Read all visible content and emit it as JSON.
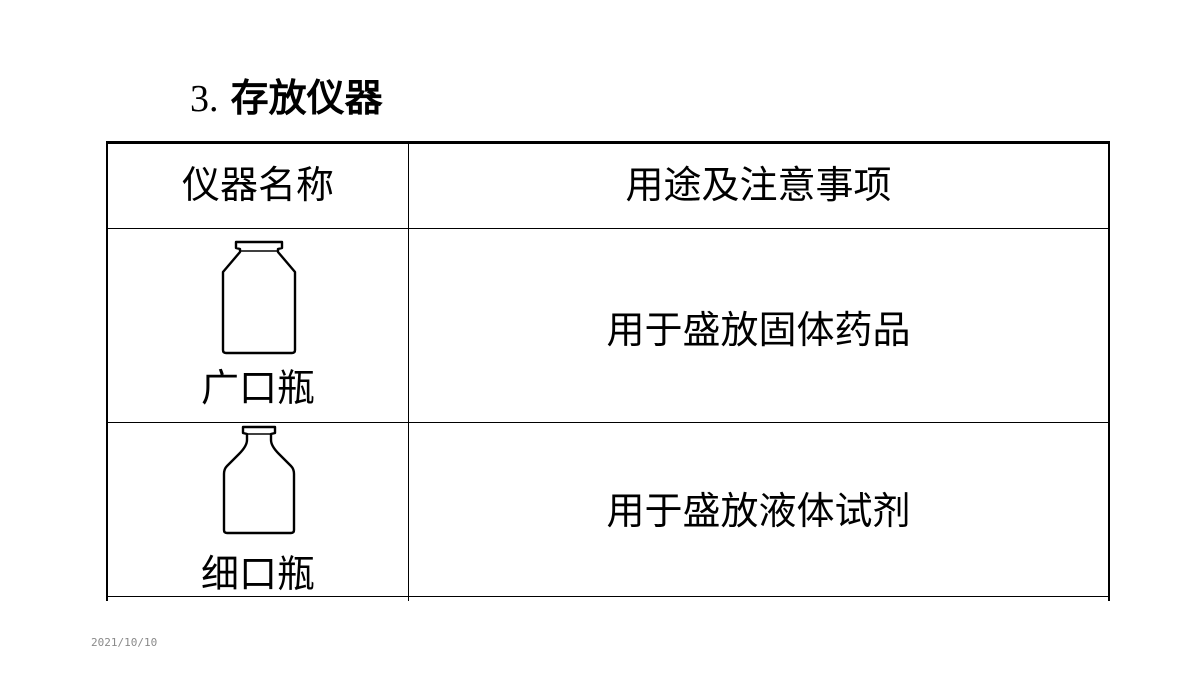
{
  "heading": {
    "number": "3.",
    "title": "存放仪器"
  },
  "table": {
    "header": {
      "col1": "仪器名称",
      "col2": "用途及注意事项"
    },
    "rows": [
      {
        "name": "广口瓶",
        "icon": "wide-mouth-bottle-icon",
        "usage": "用于盛放固体药品"
      },
      {
        "name": "细口瓶",
        "icon": "narrow-mouth-bottle-icon",
        "usage": "用于盛放液体试剂"
      }
    ]
  },
  "footer": {
    "date": "2021/10/10"
  }
}
